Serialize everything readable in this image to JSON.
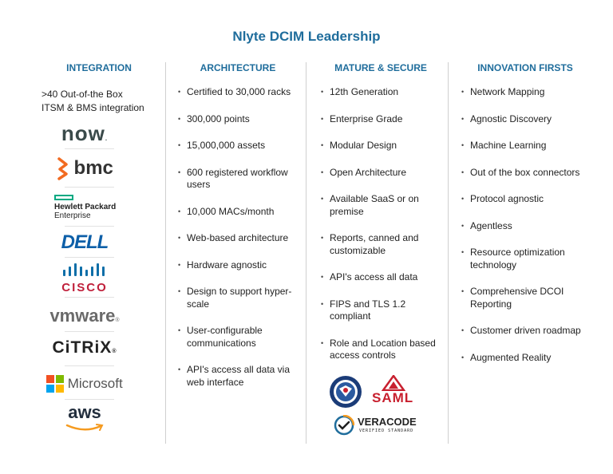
{
  "title": "Nlyte DCIM Leadership",
  "columns": {
    "integration": {
      "heading": "INTEGRATION",
      "intro_line1": ">40 Out-of-the Box",
      "intro_line2": "ITSM & BMS integration",
      "logos": {
        "now": "now",
        "bmc": "bmc",
        "hpe_line1": "Hewlett Packard",
        "hpe_line2": "Enterprise",
        "dell": "DELL",
        "cisco": "CISCO",
        "vmware": "vmware",
        "citrix": "CiTRiX",
        "microsoft": "Microsoft",
        "aws": "aws"
      }
    },
    "architecture": {
      "heading": "ARCHITECTURE",
      "items": [
        "Certified to 30,000 racks",
        "300,000 points",
        "15,000,000 assets",
        "600 registered workflow users",
        "10,000 MACs/month",
        "Web-based architecture",
        "Hardware agnostic",
        "Design to support hyper-scale",
        "User-configurable communications",
        "API's access all data via web interface"
      ]
    },
    "mature": {
      "heading": "MATURE & SECURE",
      "items": [
        "12th Generation",
        "Enterprise Grade",
        "Modular Design",
        "Open Architecture",
        "Available SaaS or on premise",
        "Reports, canned and customizable",
        "API's access all data",
        "FIPS and TLS 1.2 compliant",
        "Role and Location based access controls"
      ],
      "badges": {
        "saml": "SAML",
        "veracode": "VERACODE",
        "veracode_sub": "VERIFIED STANDARD"
      }
    },
    "innovation": {
      "heading": "INNOVATION FIRSTS",
      "items": [
        "Network Mapping",
        "Agnostic Discovery",
        "Machine Learning",
        "Out of the box connectors",
        "Protocol agnostic",
        "Agentless",
        "Resource optimization technology",
        "Comprehensive DCOI Reporting",
        "Customer driven roadmap",
        "Augmented Reality"
      ]
    }
  },
  "colors": {
    "accent": "#1f6d9c",
    "bmc": "#f26b21",
    "dell": "#0d5fa8",
    "cisco": "#0d6ea8",
    "aws_smile": "#f59b20",
    "saml": "#c8202f"
  }
}
